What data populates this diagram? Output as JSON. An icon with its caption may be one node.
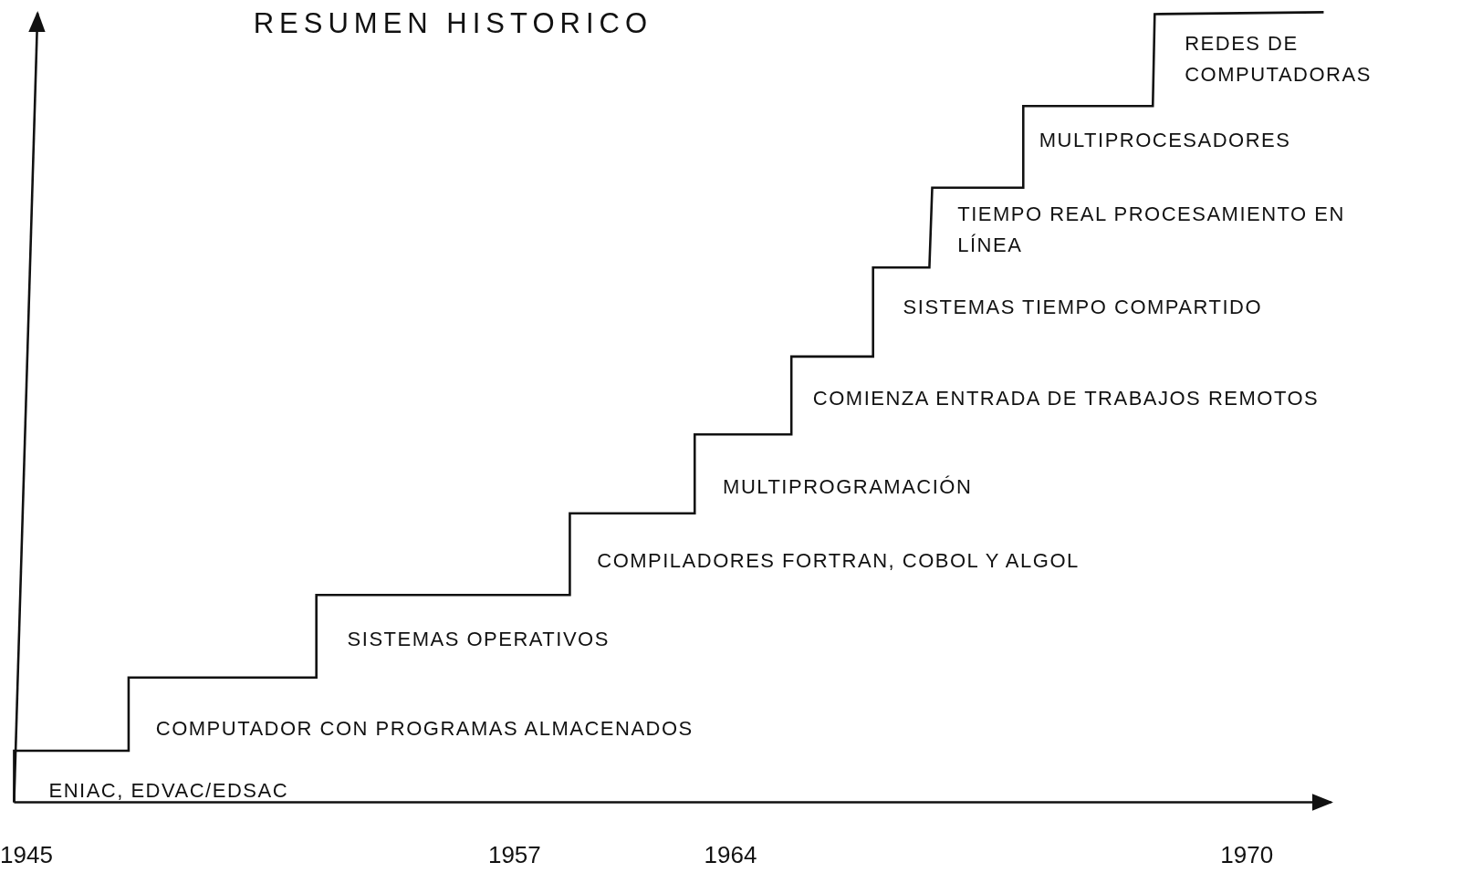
{
  "diagram": {
    "title": "RESUMEN HISTORICO",
    "labels": [
      "REDES DE COMPUTADORAS",
      "MULTIPROCESADORES",
      "TIEMPO REAL PROCESAMIENTO EN LÍNEA",
      "SISTEMAS TIEMPO COMPARTIDO",
      "COMIENZA ENTRADA DE TRABAJOS REMOTOS",
      "MULTIPROGRAMACIÓN",
      "COMPILADORES FORTRAN, COBOL Y ALGOL",
      "SISTEMAS OPERATIVOS",
      "COMPUTADOR CON PROGRAMAS ALMACENADOS",
      "ENIAC, EDVAC/EDSAC",
      "1945",
      "1957",
      "1964",
      "1970"
    ]
  }
}
